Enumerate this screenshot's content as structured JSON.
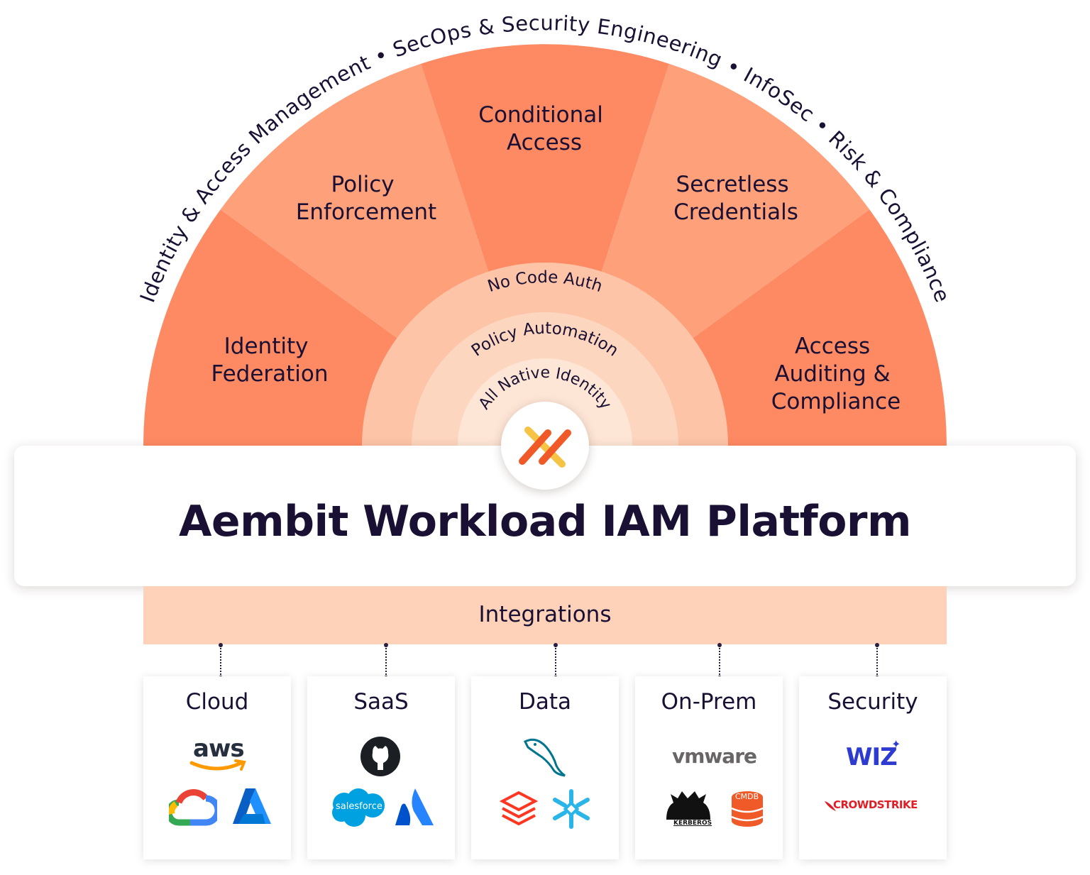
{
  "audiences": [
    "Identity & Access Management",
    "SecOps & Security Engineering",
    "InfoSec",
    "Risk & Compliance"
  ],
  "capabilities": [
    {
      "lines": [
        "Identity",
        "Federation"
      ]
    },
    {
      "lines": [
        "Policy",
        "Enforcement"
      ]
    },
    {
      "lines": [
        "Conditional",
        "Access"
      ]
    },
    {
      "lines": [
        "Secretless",
        "Credentials"
      ]
    },
    {
      "lines": [
        "Access",
        "Auditing &",
        "Compliance"
      ]
    }
  ],
  "core_layers": [
    "No Code Auth",
    "Policy Automation",
    "All Native Identity"
  ],
  "platform": {
    "title": "Aembit Workload IAM Platform"
  },
  "integrations": {
    "label": "Integrations",
    "categories": [
      {
        "title": "Cloud",
        "logos": [
          "aws-logo",
          "google-cloud-logo",
          "azure-logo"
        ],
        "aws_text": "aws"
      },
      {
        "title": "SaaS",
        "logos": [
          "github-logo",
          "salesforce-logo",
          "atlassian-logo"
        ],
        "salesforce_text": "salesforce"
      },
      {
        "title": "Data",
        "logos": [
          "mysql-logo",
          "databricks-logo",
          "snowflake-logo"
        ]
      },
      {
        "title": "On-Prem",
        "logos": [
          "vmware-logo",
          "kerberos-logo",
          "cmdb-logo"
        ],
        "vmware_text": "vmware",
        "kerberos_text": "KERBEROS",
        "cmdb_text": "CMDB"
      },
      {
        "title": "Security",
        "logos": [
          "wiz-logo",
          "crowdstrike-logo"
        ],
        "wiz_text": "WIZ",
        "crowdstrike_text": "CROWDSTRIKE"
      }
    ]
  },
  "colors": {
    "segment_dark": "#fe8a63",
    "segment_light": "#fea07a",
    "ring_outer": "#fdc4a7",
    "ring_middle": "#fdd6bf",
    "ring_inner": "#fee6d7",
    "text_dark": "#1a1033",
    "brand_orange": "#f05a28",
    "brand_yellow": "#f6c445"
  }
}
